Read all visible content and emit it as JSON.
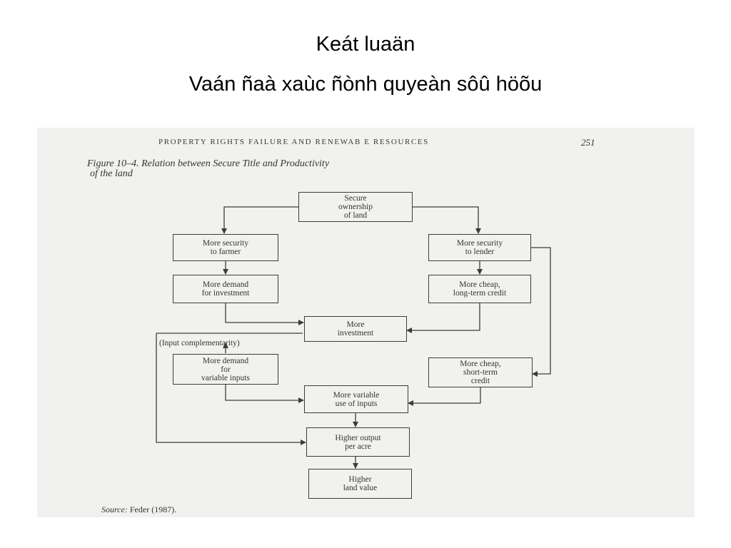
{
  "slide": {
    "title_line1": "Keát luaän",
    "title_line2": "Vaán ñaà xaùc ñònh quyeàn sôû höõu"
  },
  "scan": {
    "header": "PROPERTY RIGHTS FAILURE AND RENEWAB E RESOURCES",
    "page_number": "251",
    "figure_title_line1": "Figure 10–4. Relation between Secure Title and Productivity",
    "figure_title_line2": "of the land",
    "source_label": "Source:",
    "source_value": "Feder (1987)."
  },
  "diagram": {
    "nodes": {
      "secure": "Secure\nownership\nof land",
      "sec_farmer": "More security\nto farmer",
      "sec_lender": "More security\nto lender",
      "demand_inv": "More demand\nfor investment",
      "cheap_long": "More cheap,\nlong-term credit",
      "more_inv": "More\ninvestment",
      "demand_var": "More demand\nfor\nvariable inputs",
      "cheap_short": "More cheap,\nshort-term\ncredit",
      "var_use": "More variable\nuse of inputs",
      "output": "Higher output\nper acre",
      "land_value": "Higher\nland value"
    },
    "input_complementarity": "(Input complementarity)"
  }
}
